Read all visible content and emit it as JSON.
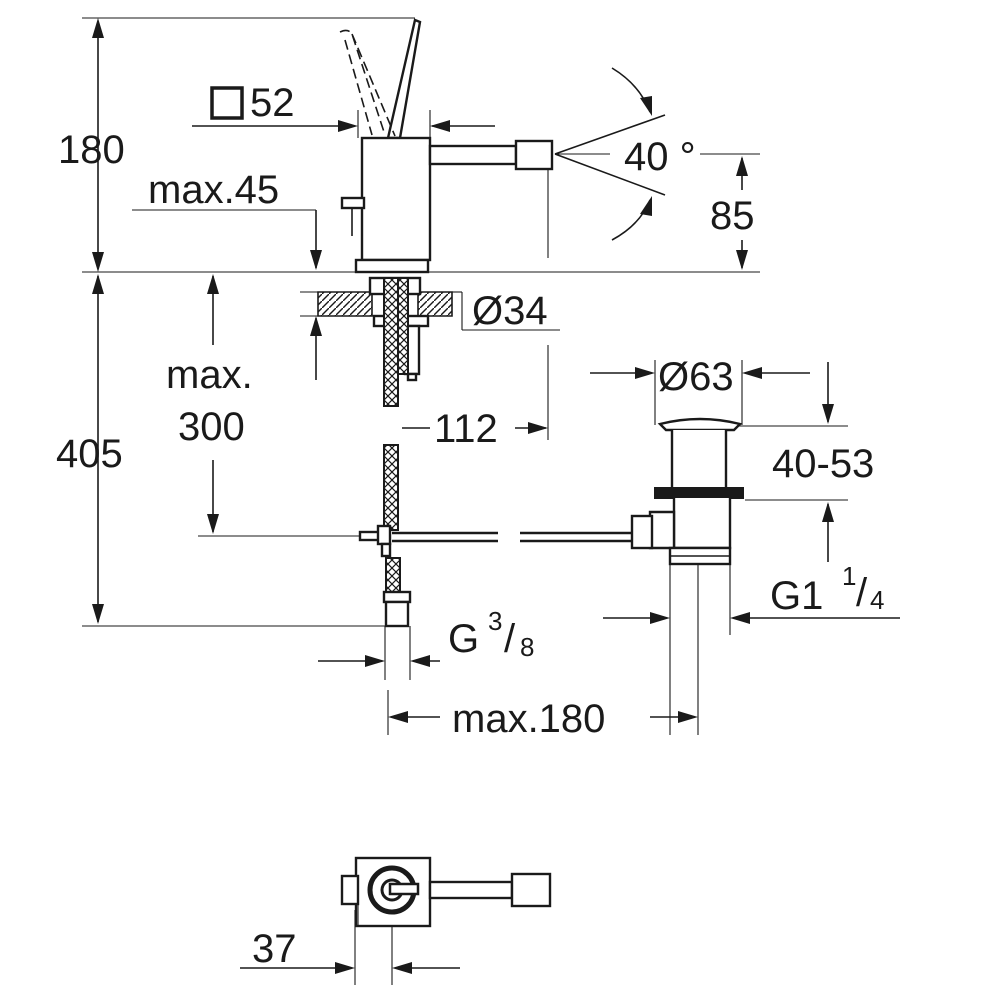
{
  "dimensions": {
    "height_top": "180",
    "square": "52",
    "max_45": "max.45",
    "angle": "40 °",
    "spout_height": "85",
    "diameter_34": "Ø34",
    "max_300_line1": "max.",
    "max_300_line2": "300",
    "height_bottom": "405",
    "spout_reach": "112",
    "diameter_63": "Ø63",
    "range_40_53": "40-53",
    "thread_waste_main": "G1",
    "thread_waste_num": "1",
    "thread_waste_slash": "/",
    "thread_waste_den": "4",
    "thread_supply_main": "G",
    "thread_supply_num": "3",
    "thread_supply_slash": "/",
    "thread_supply_den": "8",
    "max_180": "max.180",
    "depth_37": "37"
  }
}
